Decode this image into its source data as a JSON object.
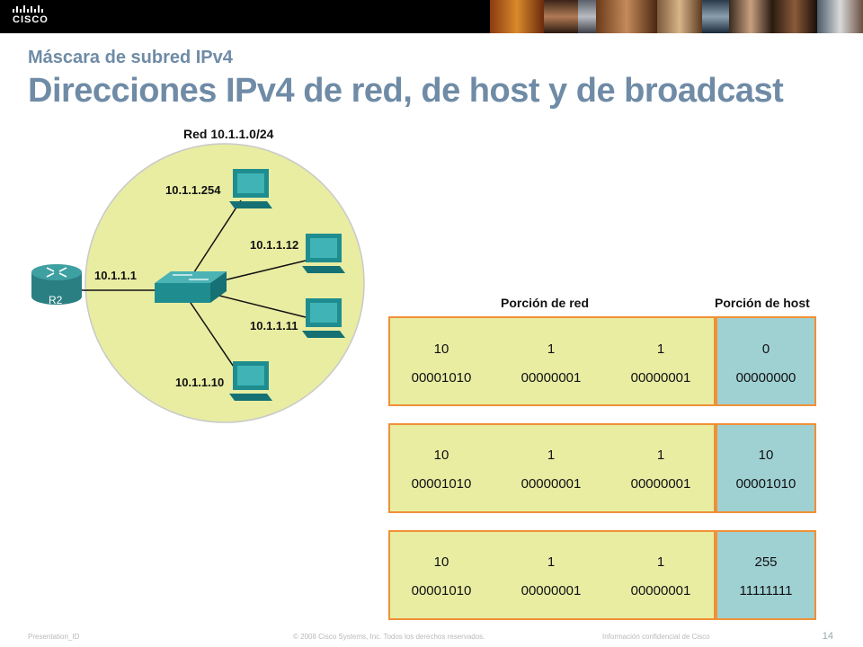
{
  "header": {
    "logo_text": "CISCO",
    "subtitle": "Máscara de subred IPv4",
    "title": "Direcciones IPv4 de red, de host y de broadcast"
  },
  "diagram": {
    "network_label": "Red 10.1.1.0/24",
    "router": {
      "name": "R2",
      "ip": "10.1.1.1"
    },
    "hosts": [
      "10.1.1.254",
      "10.1.1.12",
      "10.1.1.11",
      "10.1.1.10"
    ],
    "colors": {
      "network_circle": "#e8eda2",
      "device": "#1f8d8f",
      "router": "#2e8a8c"
    }
  },
  "table": {
    "network_header": "Porción de red",
    "host_header": "Porción de host",
    "rows": [
      {
        "decimal": [
          "10",
          "1",
          "1",
          "0"
        ],
        "binary": [
          "00001010",
          "00000001",
          "00000001",
          "00000000"
        ]
      },
      {
        "decimal": [
          "10",
          "1",
          "1",
          "10"
        ],
        "binary": [
          "00001010",
          "00000001",
          "00000001",
          "00001010"
        ]
      },
      {
        "decimal": [
          "10",
          "1",
          "1",
          "255"
        ],
        "binary": [
          "00001010",
          "00000001",
          "00000001",
          "11111111"
        ]
      }
    ],
    "colors": {
      "network_fill": "#e8eda2",
      "host_fill": "#9fd1d3",
      "border": "#f09037"
    }
  },
  "footer": {
    "presentation_id": "Presentation_ID",
    "copyright": "© 2008 Cisco Systems, Inc. Todos los derechos reservados.",
    "confidential": "Información confidencial de Cisco",
    "page_number": "14"
  }
}
